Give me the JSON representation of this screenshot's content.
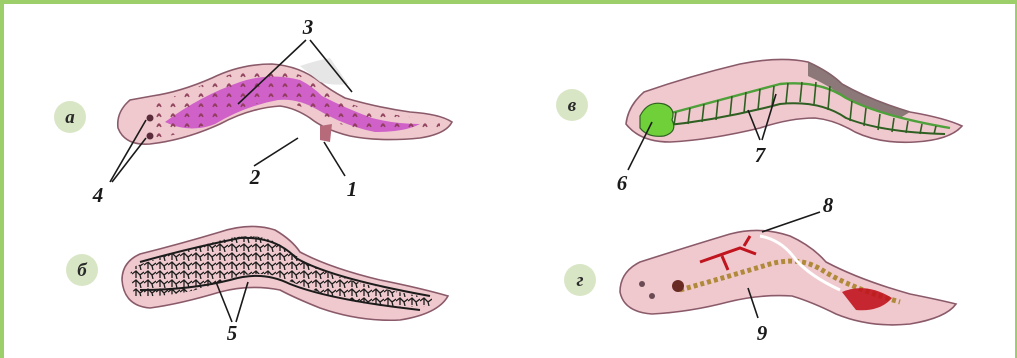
{
  "panels": {
    "a": {
      "letter": "а"
    },
    "b": {
      "letter": "б"
    },
    "v": {
      "letter": "в"
    },
    "g": {
      "letter": "г"
    }
  },
  "callouts": {
    "n1": "1",
    "n2": "2",
    "n3": "3",
    "n4": "4",
    "n5": "5",
    "n6": "6",
    "n7": "7",
    "n8": "8",
    "n9": "9"
  },
  "colors": {
    "frame_border": "#9ccf6a",
    "badge": "#d9e6c6",
    "body_fill": "#efc9cd",
    "muscle_layer": "#c94fc7",
    "excretory_network": "#1c1c1c",
    "nerve_system": "#4ea03a",
    "reproductive_red": "#c0141e"
  }
}
